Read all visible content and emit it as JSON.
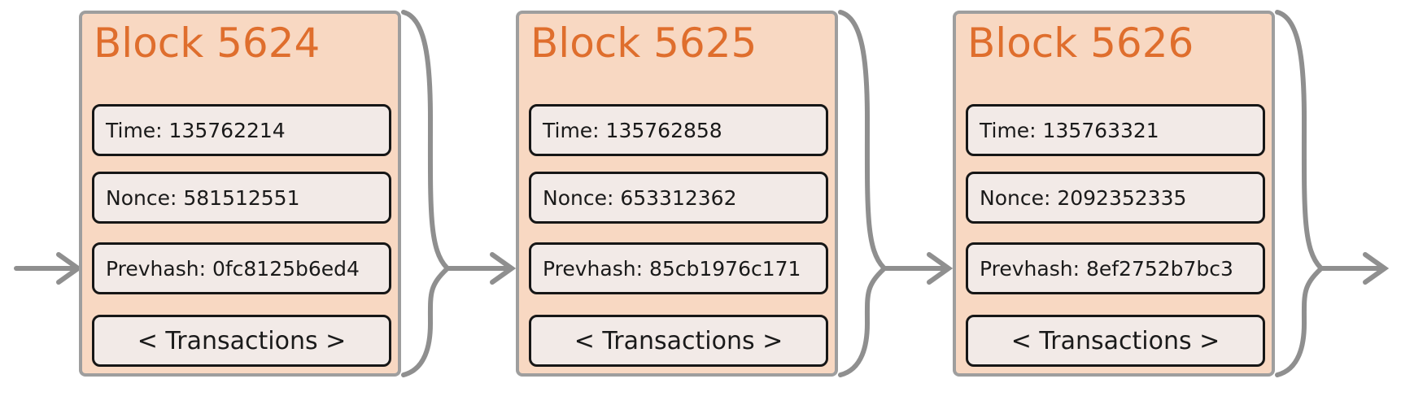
{
  "blocks": [
    {
      "title": "Block 5624",
      "time": "Time: 135762214",
      "nonce": "Nonce: 581512551",
      "prevhash": "Prevhash: 0fc8125b6ed4",
      "transactions": "< Transactions >"
    },
    {
      "title": "Block 5625",
      "time": "Time: 135762858",
      "nonce": "Nonce: 653312362",
      "prevhash": "Prevhash: 85cb1976c171",
      "transactions": "< Transactions >"
    },
    {
      "title": "Block 5626",
      "time": "Time: 135763321",
      "nonce": "Nonce: 2092352335",
      "prevhash": "Prevhash: 8ef2752b7bc3",
      "transactions": "< Transactions >"
    }
  ],
  "colors": {
    "block_fill": "#f8d8c2",
    "block_border": "#9e9e9e",
    "title": "#df6e2d",
    "field_fill": "#f2eae7",
    "field_border": "#161616",
    "field_text": "#1a1a1a",
    "connector": "#8f8f8f",
    "background": "#ffffff"
  }
}
